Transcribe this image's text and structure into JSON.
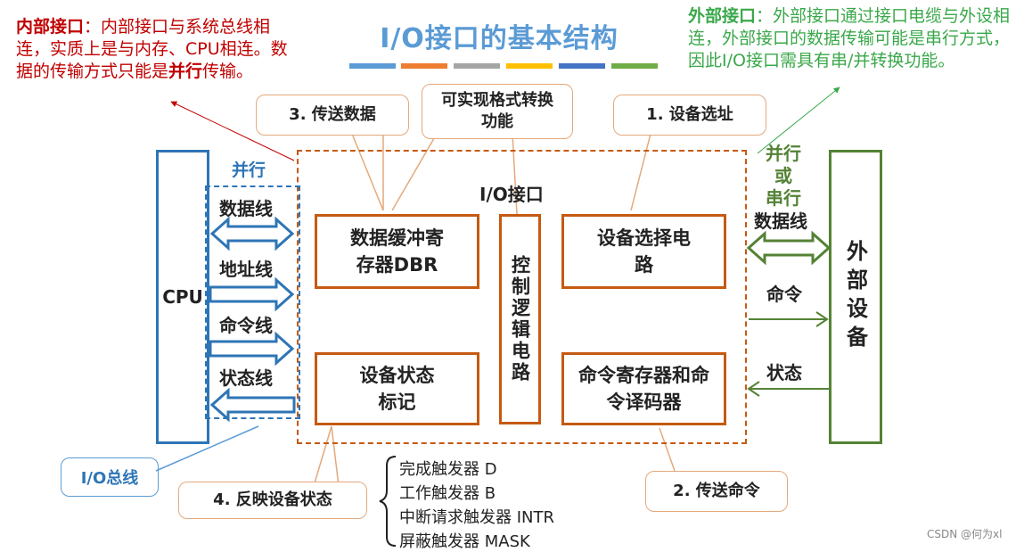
{
  "title": "I/O接口的基本结构",
  "title_bar_colors": [
    "#5b9bd5",
    "#ed7d31",
    "#a5a5a5",
    "#ffc000",
    "#4472c4",
    "#70ad47"
  ],
  "internal_note": {
    "head": "内部接口",
    "body_1": "：内部接口与系统总线相连，实质上是与内存、CPU相连。数据的传输方式只能是",
    "emph": "并行",
    "body_2": "传输。"
  },
  "external_note": {
    "head": "外部接口",
    "body": "：外部接口通过接口电缆与外设相连，外部接口的数据传输可能是串行方式，因此I/O接口需具有串/并转换功能。"
  },
  "callouts": {
    "send_data": "3. 传送数据",
    "format_convert": "可实现格式转换功能",
    "device_select": "1. 设备选址",
    "send_command": "2. 传送命令",
    "reflect_status": "4. 反映设备状态"
  },
  "cpu_label": "CPU",
  "external_device_label": "外部设备",
  "io_interface_label": "I/O接口",
  "parallel_label": "并行",
  "bus_lines": [
    "数据线",
    "地址线",
    "命令线",
    "状态线"
  ],
  "io_bus_label": "I/O总线",
  "modules": {
    "dbr": "数据缓冲寄存器DBR",
    "device_select_circuit": "设备选择电路",
    "control_logic": "控制逻辑电路",
    "device_status": "设备状态标记",
    "command_register": "命令寄存器和命令译码器"
  },
  "right_labels": {
    "parallel_or_serial_1": "并行",
    "parallel_or_serial_2": "或",
    "parallel_or_serial_3": "串行",
    "data_line": "数据线",
    "command": "命令",
    "status": "状态"
  },
  "triggers": [
    "完成触发器 D",
    "工作触发器 B",
    "中断请求触发器 INTR",
    "屏蔽触发器 MASK"
  ],
  "watermark": "CSDN @何为xl"
}
